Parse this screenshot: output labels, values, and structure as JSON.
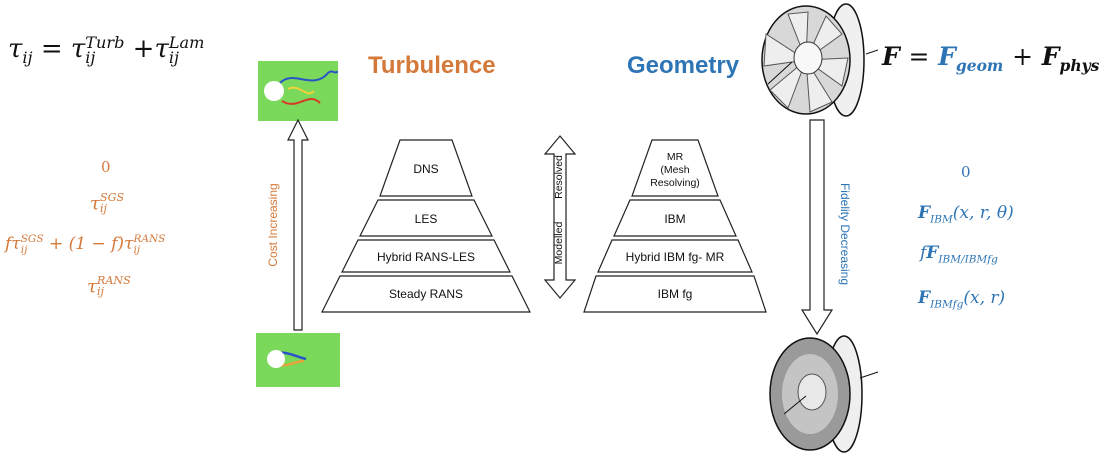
{
  "tau_equation": {
    "lhs": "τ",
    "lhs_sub": "ij",
    "equals": "=",
    "term1_base": "τ",
    "term1_sup": "Turb",
    "term1_sub": "ij",
    "plus": "+",
    "term2_base": "τ",
    "term2_sup": "Lam",
    "term2_sub": "ij"
  },
  "turbulence_terms": {
    "zero": "0",
    "sgs_base": "τ",
    "sgs_sup": "SGS",
    "sgs_sub": "ij",
    "hybrid_f": "f",
    "hybrid_base1": "τ",
    "hybrid_sup1": "SGS",
    "hybrid_sub1": "ij",
    "hybrid_mid": " + (1 − f)",
    "hybrid_base2": "τ",
    "hybrid_sup2": "RANS",
    "hybrid_sub2": "ij",
    "rans_base": "τ",
    "rans_sup": "RANS",
    "rans_sub": "ij"
  },
  "headings": {
    "turbulence": "Turbulence",
    "geometry": "Geometry"
  },
  "cost_arrow_label": "Cost Increasing",
  "turbulence_pyramid": [
    "DNS",
    "LES",
    "Hybrid RANS-LES",
    "Steady RANS"
  ],
  "resolution_arrow": {
    "top_label": "Resolved",
    "bottom_label": "Modelled"
  },
  "geometry_pyramid": {
    "top_lines": [
      "MR",
      "(Mesh",
      "Resolving)"
    ],
    "levels": [
      "IBM",
      "Hybrid IBM fg- MR",
      "IBM fg"
    ]
  },
  "fidelity_arrow_label": "Fidelity Decreasing",
  "force_equation": {
    "lhs": "F",
    "equals": "=",
    "term1_base": "F",
    "term1_sub": "geom",
    "plus": "+",
    "term2_base": "F",
    "term2_sub": "phys"
  },
  "geometry_terms": {
    "zero": "0",
    "ibm_base": "F",
    "ibm_sub": "IBM",
    "ibm_args": "(x, r, θ)",
    "hybrid_f": "f",
    "hybrid_base": "F",
    "hybrid_sub": "IBM/IBMfg",
    "ibmfg_base": "F",
    "ibmfg_sub": "IBMfg",
    "ibmfg_args": "(x, r)"
  },
  "colors": {
    "turbulence_accent": "#d5793a",
    "geometry_accent": "#2e75b6",
    "flow_background": "#7ad95a"
  }
}
